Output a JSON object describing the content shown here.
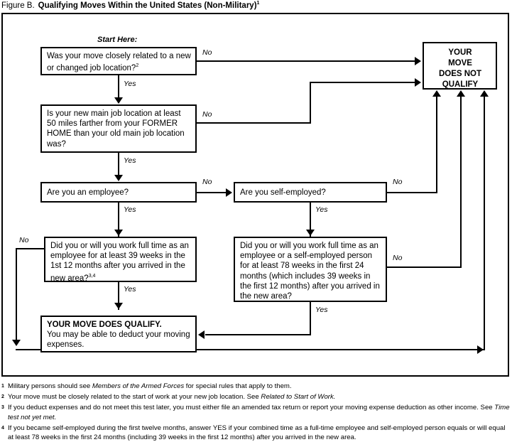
{
  "figure": {
    "label": "Figure B.",
    "name": "Qualifying Moves Within the United States (Non-Military)",
    "title_footnote_marker": "1"
  },
  "start_label": "Start Here:",
  "nodes": {
    "q1": {
      "id": "q1",
      "text": "Was your move closely related to a new or changed job location?",
      "footnote_marker": "2"
    },
    "q2": {
      "id": "q2",
      "text": "Is your new main job location at least 50 miles farther from your FORMER HOME than your old main job location was?"
    },
    "q3": {
      "id": "q3",
      "text": "Are you an employee?"
    },
    "q4": {
      "id": "q4",
      "text": "Are you self-employed?"
    },
    "q5": {
      "id": "q5",
      "text": "Did you or will you work full time as an employee for at least 39 weeks in the 1st 12 months after you arrived in the new area?",
      "footnote_marker": "3,4"
    },
    "q6": {
      "id": "q6",
      "text": "Did you or will you work full time as an employee or a self-employed person for at least 78 weeks in the first 24 months (which includes 39 weeks in the first 12 months) after you arrived in the new area?"
    },
    "qualify": {
      "id": "qualify",
      "heading": "YOUR MOVE DOES QUALIFY.",
      "text": "You may be able to deduct your moving expenses."
    },
    "not_qualify": {
      "id": "not-qualify",
      "line1": "YOUR",
      "line2": "MOVE",
      "line3": "DOES NOT",
      "line4": "QUALIFY"
    }
  },
  "edges": {
    "q1_no": "No",
    "q1_yes": "Yes",
    "q2_no": "No",
    "q2_yes": "Yes",
    "q3_no": "No",
    "q3_yes": "Yes",
    "q4_no": "No",
    "q4_yes": "Yes",
    "q5_no": "No",
    "q5_yes": "Yes",
    "q6_no": "No",
    "q6_yes": "Yes"
  },
  "footnotes": [
    {
      "marker": "1",
      "parts": [
        {
          "t": "Military persons should see ",
          "i": false
        },
        {
          "t": "Members of the Armed Forces",
          "i": true
        },
        {
          "t": " for special rules that apply to them.",
          "i": false
        }
      ]
    },
    {
      "marker": "2",
      "parts": [
        {
          "t": "Your move must be closely related to the start of work at your new job location. See ",
          "i": false
        },
        {
          "t": "Related to Start of Work.",
          "i": true
        }
      ]
    },
    {
      "marker": "3",
      "parts": [
        {
          "t": "If you deduct expenses and do not meet this test later, you must either file an amended tax return or report your moving expense deduction as other income. See ",
          "i": false
        },
        {
          "t": "Time test not yet met.",
          "i": true
        }
      ]
    },
    {
      "marker": "4",
      "parts": [
        {
          "t": "If you became self-employed during the first twelve months, answer YES if your combined time as a full-time employee and self-employed person equals or will equal at least 78 weeks in the first 24 months (including 39 weeks in the first 12 months) after you arrived in the new area.",
          "i": false
        }
      ]
    }
  ],
  "colors": {
    "ink": "#000000",
    "paper": "#ffffff"
  }
}
